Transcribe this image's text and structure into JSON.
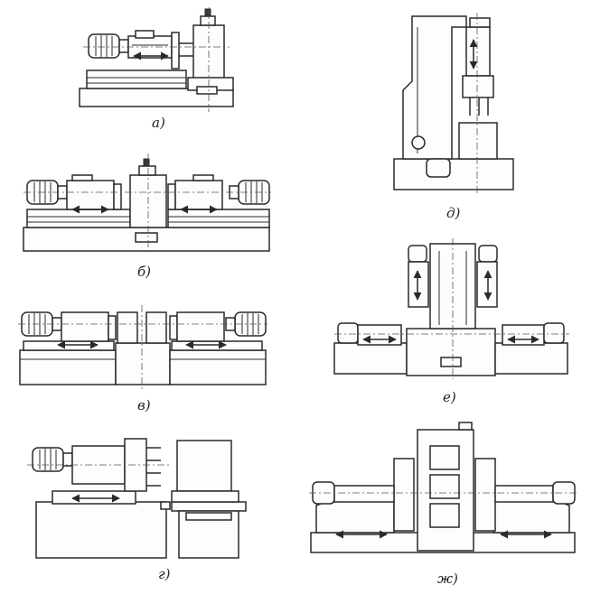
{
  "figure": {
    "panels": [
      {
        "id": "a",
        "label": "а)"
      },
      {
        "id": "b",
        "label": "б)"
      },
      {
        "id": "v",
        "label": "в)"
      },
      {
        "id": "g",
        "label": "г)"
      },
      {
        "id": "d",
        "label": "д)"
      },
      {
        "id": "e",
        "label": "е)"
      },
      {
        "id": "zh",
        "label": "ж)"
      }
    ]
  }
}
